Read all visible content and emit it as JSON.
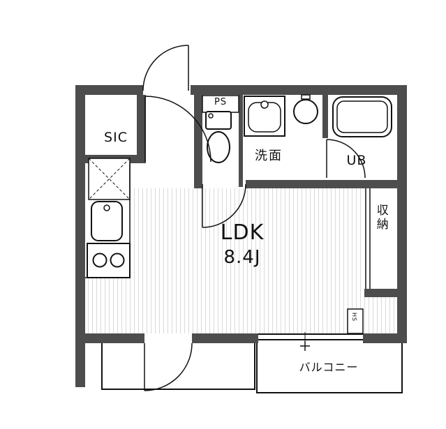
{
  "rooms": {
    "sic": {
      "label": "SIC"
    },
    "ps": {
      "label": "PS"
    },
    "washroom": {
      "label": "洗面"
    },
    "unit_bath": {
      "label": "UB"
    },
    "ldk": {
      "label": "LDK",
      "size": "8.4J"
    },
    "closet": {
      "label": "収納"
    },
    "hs": {
      "label": "HS"
    },
    "balcony": {
      "label": "バルコニー"
    }
  },
  "colors": {
    "wall": "#4d4d4d",
    "line": "#111111",
    "floor_stripe": "#d9d9d9",
    "background": "#ffffff"
  }
}
